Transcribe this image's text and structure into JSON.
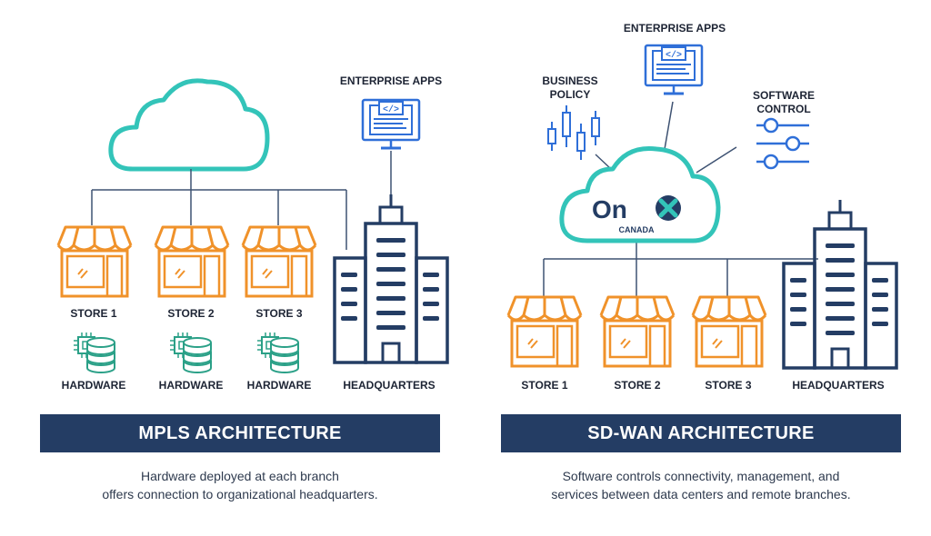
{
  "mpls": {
    "enterprise_apps": "ENTERPRISE APPS",
    "stores": [
      "STORE 1",
      "STORE 2",
      "STORE 3"
    ],
    "hardware": [
      "HARDWARE",
      "HARDWARE",
      "HARDWARE"
    ],
    "headquarters": "HEADQUARTERS",
    "title": "MPLS ARCHITECTURE",
    "description_line1": "Hardware deployed at each branch",
    "description_line2": "offers connection to organizational headquarters."
  },
  "sdwan": {
    "enterprise_apps": "ENTERPRISE APPS",
    "business_policy_line1": "BUSINESS",
    "business_policy_line2": "POLICY",
    "software_control_line1": "SOFTWARE",
    "software_control_line2": "CONTROL",
    "logo_text": "On",
    "logo_sub": "CANADA",
    "stores": [
      "STORE 1",
      "STORE 2",
      "STORE 3"
    ],
    "headquarters": "HEADQUARTERS",
    "title": "SD-WAN ARCHITECTURE",
    "description_line1": "Software controls connectivity, management, and",
    "description_line2": "services between data centers and remote branches."
  },
  "colors": {
    "navy": "#243d64",
    "orange": "#f0922a",
    "teal": "#33c4b9",
    "blue": "#2f6fd8",
    "green": "#2aa087",
    "line": "#3e5272"
  },
  "icons": [
    "cloud-icon",
    "store-icon",
    "hardware-icon",
    "building-icon",
    "monitor-code-icon",
    "candlestick-icon",
    "sliders-icon",
    "onx-logo"
  ]
}
